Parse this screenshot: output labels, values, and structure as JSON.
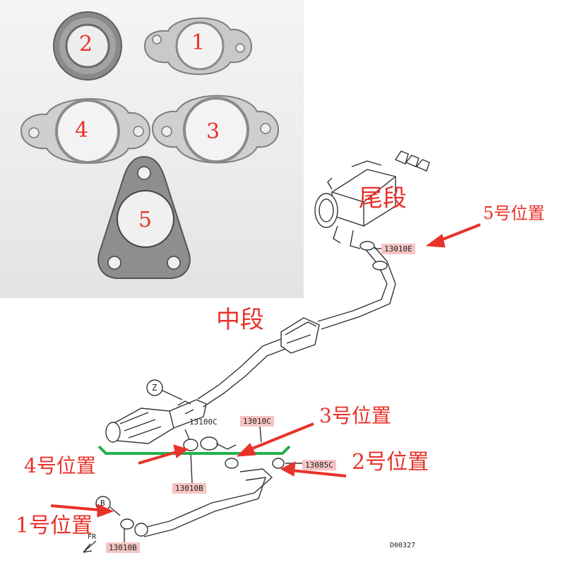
{
  "photo": {
    "gaskets": [
      {
        "number": "1"
      },
      {
        "number": "2"
      },
      {
        "number": "3"
      },
      {
        "number": "4"
      },
      {
        "number": "5"
      }
    ]
  },
  "diagram": {
    "sections": {
      "rear": "尾段",
      "middle": "中段"
    },
    "positions": {
      "p1": "1号位置",
      "p2": "2号位置",
      "p3": "3号位置",
      "p4": "4号位置",
      "p5": "5号位置"
    },
    "part_numbers": {
      "pn_13010E": "13010E",
      "pn_13010C": "13010C",
      "pn_13100C": "13100C",
      "pn_13085C": "13085C",
      "pn_13010B_mid": "13010B",
      "pn_13010B_front": "13010B"
    },
    "ref_letters": {
      "z": "Z",
      "b": "B",
      "fr": "FR"
    },
    "diagram_code": "D00327"
  }
}
